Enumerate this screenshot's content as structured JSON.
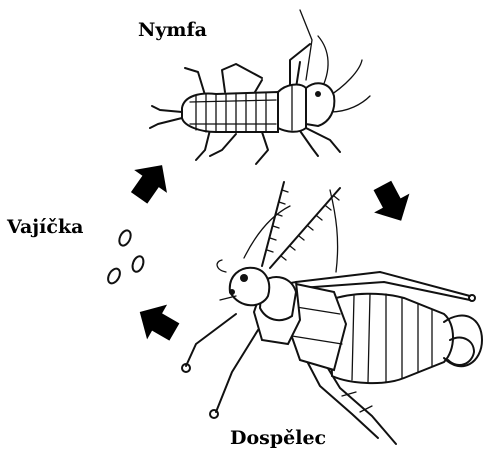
{
  "diagram": {
    "type": "life-cycle",
    "stages": [
      {
        "id": "nymph",
        "label": "Nymfa"
      },
      {
        "id": "adult",
        "label": "Dospělec"
      },
      {
        "id": "eggs",
        "label": "Vajíčka"
      }
    ],
    "cycle_direction": "clockwise",
    "arrow_color": "#000000"
  }
}
